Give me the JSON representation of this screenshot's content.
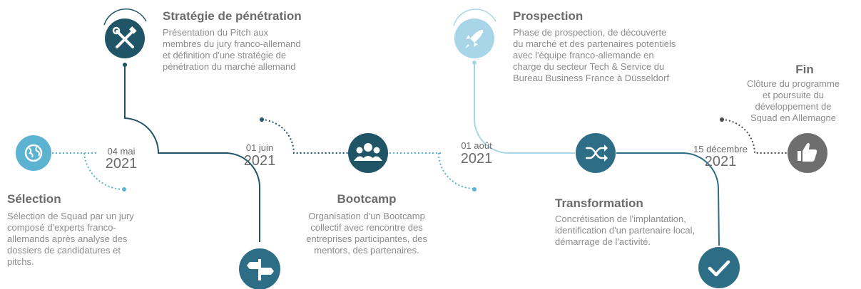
{
  "colors": {
    "dark_teal": "#1f5567",
    "mid_teal": "#2e6d86",
    "steel_blue": "#2f86a6",
    "light_blue": "#5cb3d1",
    "pale_blue": "#a8d6e8",
    "gray": "#6e6e6e"
  },
  "steps": [
    {
      "id": "selection",
      "icon": "globe-icon",
      "title": "Sélection",
      "description": "Sélection de Squad par un jury composé d'experts franco-allemands après analyse des dossiers de candidatures et pitchs."
    },
    {
      "id": "strategie",
      "icon": "tools-icon",
      "title": "Stratégie de pénétration",
      "description": "Présentation du Pitch aux membres du jury franco-allemand et définition d'une stratégie de pénétration du marché allemand"
    },
    {
      "id": "milestone-1",
      "icon": "signpost-icon"
    },
    {
      "id": "bootcamp",
      "icon": "team-icon",
      "title": "Bootcamp",
      "description": "Organisation d'un Bootcamp collectif avec rencontre des entreprises participantes, des mentors, des partenaires."
    },
    {
      "id": "prospection",
      "icon": "rocket-icon",
      "title": "Prospection",
      "description": "Phase de prospection, de découverte du marché et des partenaires potentiels avec l'équipe franco-allemande en charge du secteur Tech & Service du Bureau Business France à Düsseldorf"
    },
    {
      "id": "transformation",
      "icon": "shuffle-icon",
      "title": "Transformation",
      "description": "Concrétisation de l'implantation, identification d'un partenaire local, démarrage de l'activité."
    },
    {
      "id": "milestone-2",
      "icon": "checkmark-icon"
    },
    {
      "id": "fin",
      "icon": "thumbs-up-icon",
      "title": "Fin",
      "description": "Clôture du programme et poursuite du développement de Squad en Allemagne"
    }
  ],
  "dates": [
    {
      "day": "04 mai",
      "year": "2021"
    },
    {
      "day": "01 juin",
      "year": "2021"
    },
    {
      "day": "01 août",
      "year": "2021"
    },
    {
      "day": "15 décembre",
      "year": "2021"
    }
  ]
}
